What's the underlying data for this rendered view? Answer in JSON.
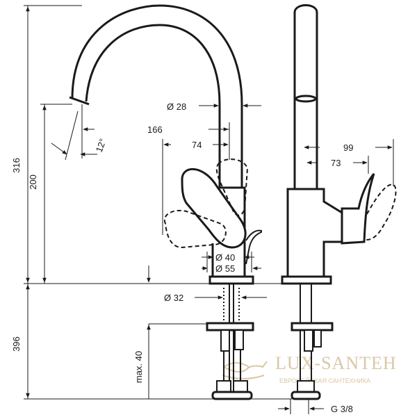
{
  "drawing": {
    "dimensions": {
      "total_height": "316",
      "spout_height": "200",
      "below_deck": "396",
      "spout_diameter": "Ø 28",
      "spout_reach": "166",
      "lever_offset": "74",
      "spout_angle": "12°",
      "side_reach": "99",
      "side_lever": "73",
      "body_d40": "Ø 40",
      "body_d55": "Ø 55",
      "hole_d32": "Ø 32",
      "max_thickness": "max. 40",
      "thread": "G 3/8"
    },
    "watermark": {
      "brand": "LUX-SANTEH",
      "tagline": "ЕВРОПЕЙСКАЯ САНТЕХНИКА"
    }
  }
}
